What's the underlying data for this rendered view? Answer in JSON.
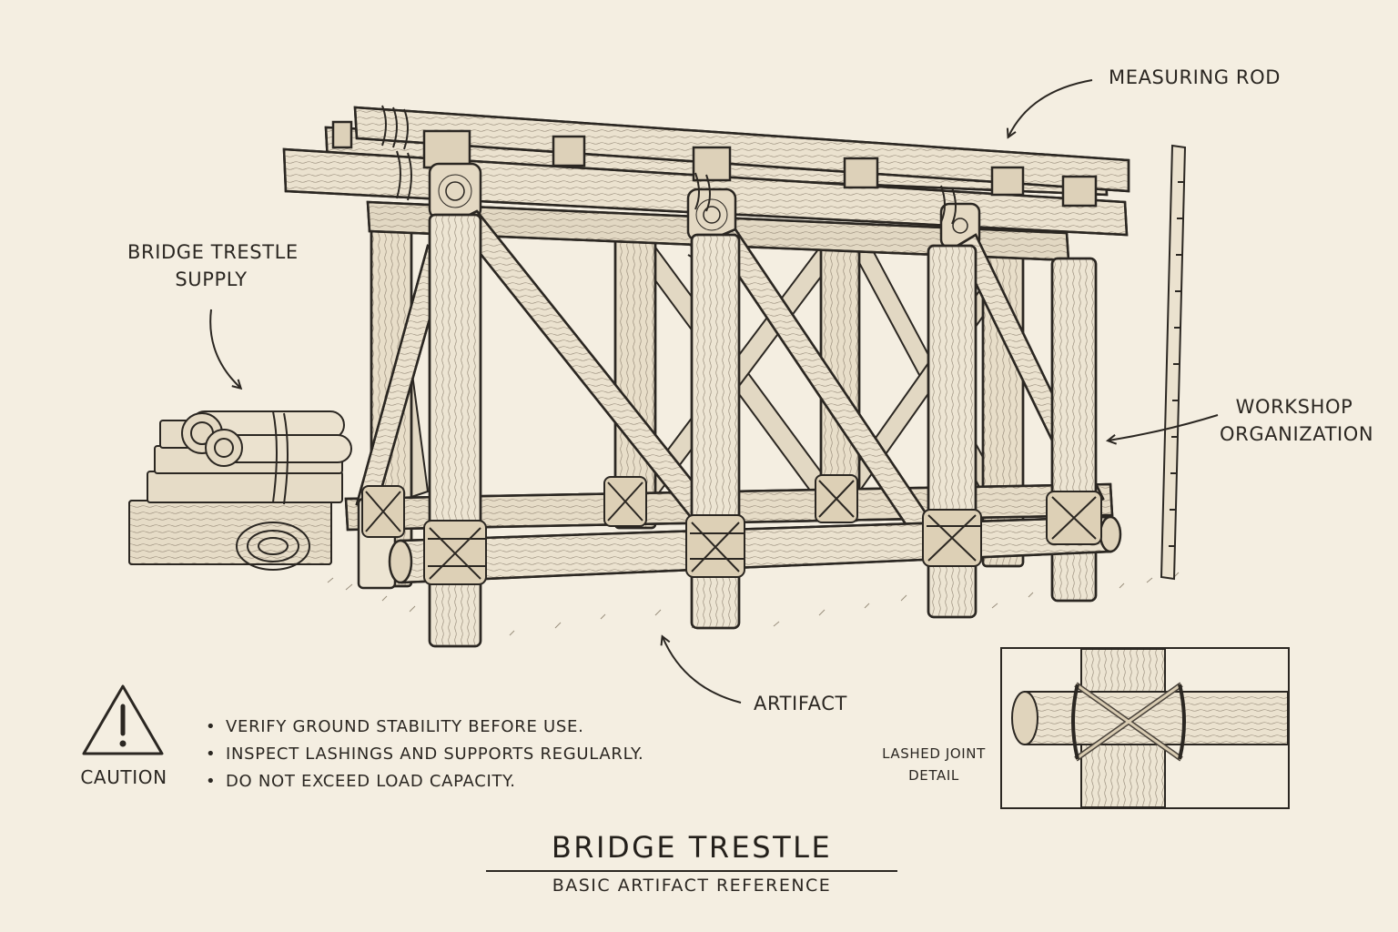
{
  "callouts": {
    "measuring_rod": "MEASURING ROD",
    "supply_line1": "BRIDGE TRESTLE",
    "supply_line2": "SUPPLY",
    "workshop_line1": "WORKSHOP",
    "workshop_line2": "ORGANIZATION",
    "artifact": "ARTIFACT"
  },
  "caution": {
    "label": "CAUTION",
    "notes": [
      "VERIFY GROUND STABILITY BEFORE USE.",
      "INSPECT LASHINGS AND SUPPORTS REGULARLY.",
      "DO NOT EXCEED LOAD CAPACITY."
    ]
  },
  "inset": {
    "label_line1": "LASHED JOINT",
    "label_line2": "DETAIL"
  },
  "title": {
    "main": "BRIDGE TRESTLE",
    "sub": "BASIC ARTIFACT REFERENCE"
  },
  "colors": {
    "paper": "#f4eee1",
    "ink": "#2b2722",
    "wood": "#ebe2cf",
    "wood_shade": "#d9ccb2"
  }
}
